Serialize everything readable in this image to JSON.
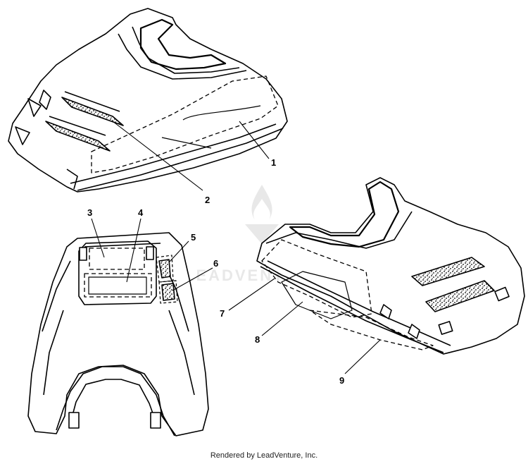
{
  "callouts": [
    {
      "label": "1"
    },
    {
      "label": "2"
    },
    {
      "label": "3"
    },
    {
      "label": "4"
    },
    {
      "label": "5"
    },
    {
      "label": "6"
    },
    {
      "label": "7"
    },
    {
      "label": "8"
    },
    {
      "label": "9"
    }
  ],
  "watermark": {
    "text": "LEADVENTURE"
  },
  "footer": {
    "text": "Rendered by LeadVenture, Inc."
  }
}
